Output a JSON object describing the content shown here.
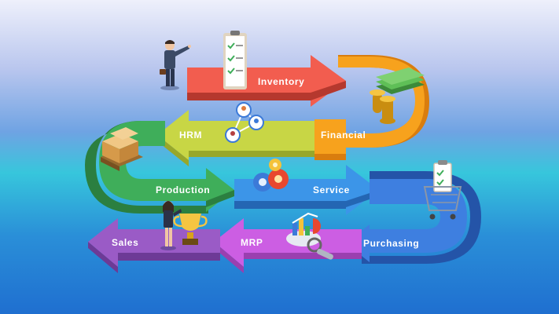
{
  "steps": {
    "inventory": "Inventory",
    "financial": "Financial",
    "hrm": "HRM",
    "production": "Production",
    "service": "Service",
    "purchasing": "Purchasing",
    "mrp": "MRP",
    "sales": "Sales"
  },
  "colors": {
    "inventory": "#f25d4f",
    "financial": "#f7a21d",
    "hrm": "#c8d645",
    "production": "#3fae5a",
    "service": "#3c95e8",
    "purchasing": "#3e7fe0",
    "mrp": "#cc5ee3",
    "sales": "#9a5bc6"
  },
  "icons": [
    "businessman-icon",
    "checklist-clipboard-icon",
    "money-coins-icon",
    "team-network-icon",
    "boxes-pallet-icon",
    "gears-icon",
    "shopping-cart-icon",
    "chart-magnifier-icon",
    "trophy-icon",
    "businesswoman-icon"
  ]
}
